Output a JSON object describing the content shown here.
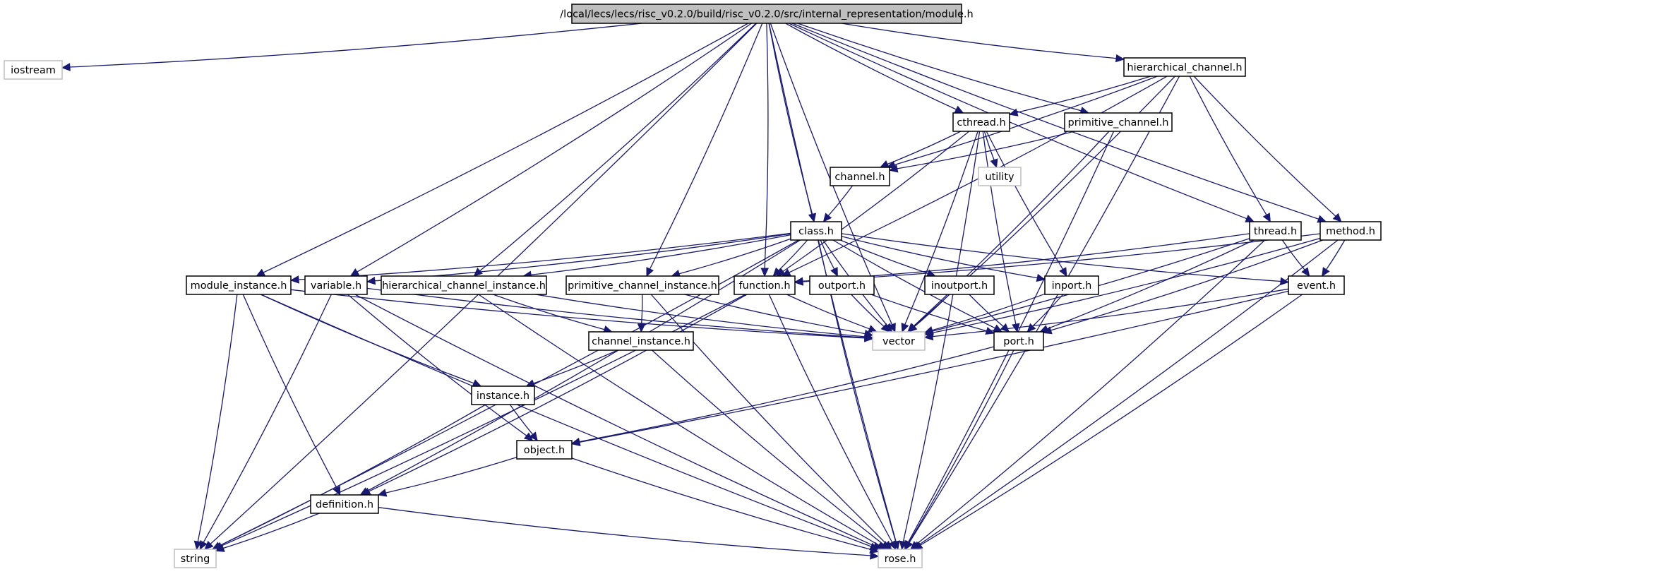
{
  "nodes": {
    "module_h": {
      "label": "/local/lecs/lecs/risc_v0.2.0/build/risc_v0.2.0/src/internal_representation/module.h",
      "kind": "main"
    },
    "iostream": {
      "label": "iostream",
      "kind": "external"
    },
    "hierarchical_channel_h": {
      "label": "hierarchical_channel.h",
      "kind": "normal"
    },
    "cthread_h": {
      "label": "cthread.h",
      "kind": "normal"
    },
    "primitive_channel_h": {
      "label": "primitive_channel.h",
      "kind": "normal"
    },
    "channel_h": {
      "label": "channel.h",
      "kind": "normal"
    },
    "utility": {
      "label": "utility",
      "kind": "external"
    },
    "class_h": {
      "label": "class.h",
      "kind": "normal"
    },
    "thread_h": {
      "label": "thread.h",
      "kind": "normal"
    },
    "method_h": {
      "label": "method.h",
      "kind": "normal"
    },
    "module_instance_h": {
      "label": "module_instance.h",
      "kind": "normal"
    },
    "variable_h": {
      "label": "variable.h",
      "kind": "normal"
    },
    "hierarchical_channel_instance_h": {
      "label": "hierarchical_channel_instance.h",
      "kind": "normal"
    },
    "primitive_channel_instance_h": {
      "label": "primitive_channel_instance.h",
      "kind": "normal"
    },
    "function_h": {
      "label": "function.h",
      "kind": "normal"
    },
    "outport_h": {
      "label": "outport.h",
      "kind": "normal"
    },
    "inoutport_h": {
      "label": "inoutport.h",
      "kind": "normal"
    },
    "inport_h": {
      "label": "inport.h",
      "kind": "normal"
    },
    "event_h": {
      "label": "event.h",
      "kind": "normal"
    },
    "vector": {
      "label": "vector",
      "kind": "external"
    },
    "port_h": {
      "label": "port.h",
      "kind": "normal"
    },
    "channel_instance_h": {
      "label": "channel_instance.h",
      "kind": "normal"
    },
    "instance_h": {
      "label": "instance.h",
      "kind": "normal"
    },
    "object_h": {
      "label": "object.h",
      "kind": "normal"
    },
    "definition_h": {
      "label": "definition.h",
      "kind": "normal"
    },
    "string": {
      "label": "string",
      "kind": "external"
    },
    "rose_h": {
      "label": "rose.h",
      "kind": "external"
    }
  },
  "edges": [
    [
      "module_h",
      "iostream"
    ],
    [
      "module_h",
      "string"
    ],
    [
      "module_h",
      "module_instance_h"
    ],
    [
      "module_h",
      "variable_h"
    ],
    [
      "module_h",
      "hierarchical_channel_instance_h"
    ],
    [
      "module_h",
      "primitive_channel_instance_h"
    ],
    [
      "module_h",
      "function_h"
    ],
    [
      "module_h",
      "class_h"
    ],
    [
      "module_h",
      "cthread_h"
    ],
    [
      "module_h",
      "vector"
    ],
    [
      "module_h",
      "primitive_channel_h"
    ],
    [
      "module_h",
      "hierarchical_channel_h"
    ],
    [
      "module_h",
      "thread_h"
    ],
    [
      "module_h",
      "method_h"
    ],
    [
      "module_h",
      "rose_h"
    ],
    [
      "hierarchical_channel_h",
      "cthread_h"
    ],
    [
      "hierarchical_channel_h",
      "channel_h"
    ],
    [
      "hierarchical_channel_h",
      "function_h"
    ],
    [
      "hierarchical_channel_h",
      "vector"
    ],
    [
      "hierarchical_channel_h",
      "thread_h"
    ],
    [
      "hierarchical_channel_h",
      "method_h"
    ],
    [
      "hierarchical_channel_h",
      "rose_h"
    ],
    [
      "cthread_h",
      "channel_h"
    ],
    [
      "cthread_h",
      "utility"
    ],
    [
      "cthread_h",
      "function_h"
    ],
    [
      "cthread_h",
      "vector"
    ],
    [
      "cthread_h",
      "inport_h"
    ],
    [
      "cthread_h",
      "port_h"
    ],
    [
      "cthread_h",
      "rose_h"
    ],
    [
      "primitive_channel_h",
      "channel_h"
    ],
    [
      "primitive_channel_h",
      "vector"
    ],
    [
      "primitive_channel_h",
      "rose_h"
    ],
    [
      "channel_h",
      "class_h"
    ],
    [
      "class_h",
      "module_instance_h"
    ],
    [
      "class_h",
      "variable_h"
    ],
    [
      "class_h",
      "hierarchical_channel_instance_h"
    ],
    [
      "class_h",
      "primitive_channel_instance_h"
    ],
    [
      "class_h",
      "function_h"
    ],
    [
      "class_h",
      "outport_h"
    ],
    [
      "class_h",
      "inoutport_h"
    ],
    [
      "class_h",
      "inport_h"
    ],
    [
      "class_h",
      "event_h"
    ],
    [
      "class_h",
      "port_h"
    ],
    [
      "class_h",
      "vector"
    ],
    [
      "class_h",
      "string"
    ],
    [
      "class_h",
      "definition_h"
    ],
    [
      "class_h",
      "rose_h"
    ],
    [
      "thread_h",
      "function_h"
    ],
    [
      "thread_h",
      "event_h"
    ],
    [
      "thread_h",
      "vector"
    ],
    [
      "thread_h",
      "port_h"
    ],
    [
      "thread_h",
      "rose_h"
    ],
    [
      "method_h",
      "function_h"
    ],
    [
      "method_h",
      "event_h"
    ],
    [
      "method_h",
      "vector"
    ],
    [
      "method_h",
      "port_h"
    ],
    [
      "method_h",
      "rose_h"
    ],
    [
      "module_instance_h",
      "vector"
    ],
    [
      "module_instance_h",
      "instance_h"
    ],
    [
      "module_instance_h",
      "definition_h"
    ],
    [
      "module_instance_h",
      "string"
    ],
    [
      "module_instance_h",
      "rose_h"
    ],
    [
      "variable_h",
      "vector"
    ],
    [
      "variable_h",
      "object_h"
    ],
    [
      "variable_h",
      "string"
    ],
    [
      "variable_h",
      "rose_h"
    ],
    [
      "hierarchical_channel_instance_h",
      "channel_instance_h"
    ],
    [
      "hierarchical_channel_instance_h",
      "vector"
    ],
    [
      "hierarchical_channel_instance_h",
      "rose_h"
    ],
    [
      "primitive_channel_instance_h",
      "channel_instance_h"
    ],
    [
      "primitive_channel_instance_h",
      "vector"
    ],
    [
      "primitive_channel_instance_h",
      "rose_h"
    ],
    [
      "function_h",
      "vector"
    ],
    [
      "function_h",
      "definition_h"
    ],
    [
      "function_h",
      "string"
    ],
    [
      "function_h",
      "rose_h"
    ],
    [
      "outport_h",
      "vector"
    ],
    [
      "outport_h",
      "port_h"
    ],
    [
      "inoutport_h",
      "vector"
    ],
    [
      "inoutport_h",
      "port_h"
    ],
    [
      "inport_h",
      "vector"
    ],
    [
      "inport_h",
      "port_h"
    ],
    [
      "event_h",
      "vector"
    ],
    [
      "event_h",
      "object_h"
    ],
    [
      "event_h",
      "rose_h"
    ],
    [
      "port_h",
      "object_h"
    ],
    [
      "port_h",
      "rose_h"
    ],
    [
      "channel_instance_h",
      "instance_h"
    ],
    [
      "channel_instance_h",
      "rose_h"
    ],
    [
      "instance_h",
      "object_h"
    ],
    [
      "instance_h",
      "string"
    ],
    [
      "object_h",
      "definition_h"
    ],
    [
      "object_h",
      "rose_h"
    ],
    [
      "definition_h",
      "string"
    ],
    [
      "definition_h",
      "rose_h"
    ]
  ],
  "colors": {
    "edge": "#191970",
    "main_fill": "#bfbfbf",
    "normal_border": "#000000",
    "external_border": "#bfbfbf",
    "background": "#ffffff"
  }
}
